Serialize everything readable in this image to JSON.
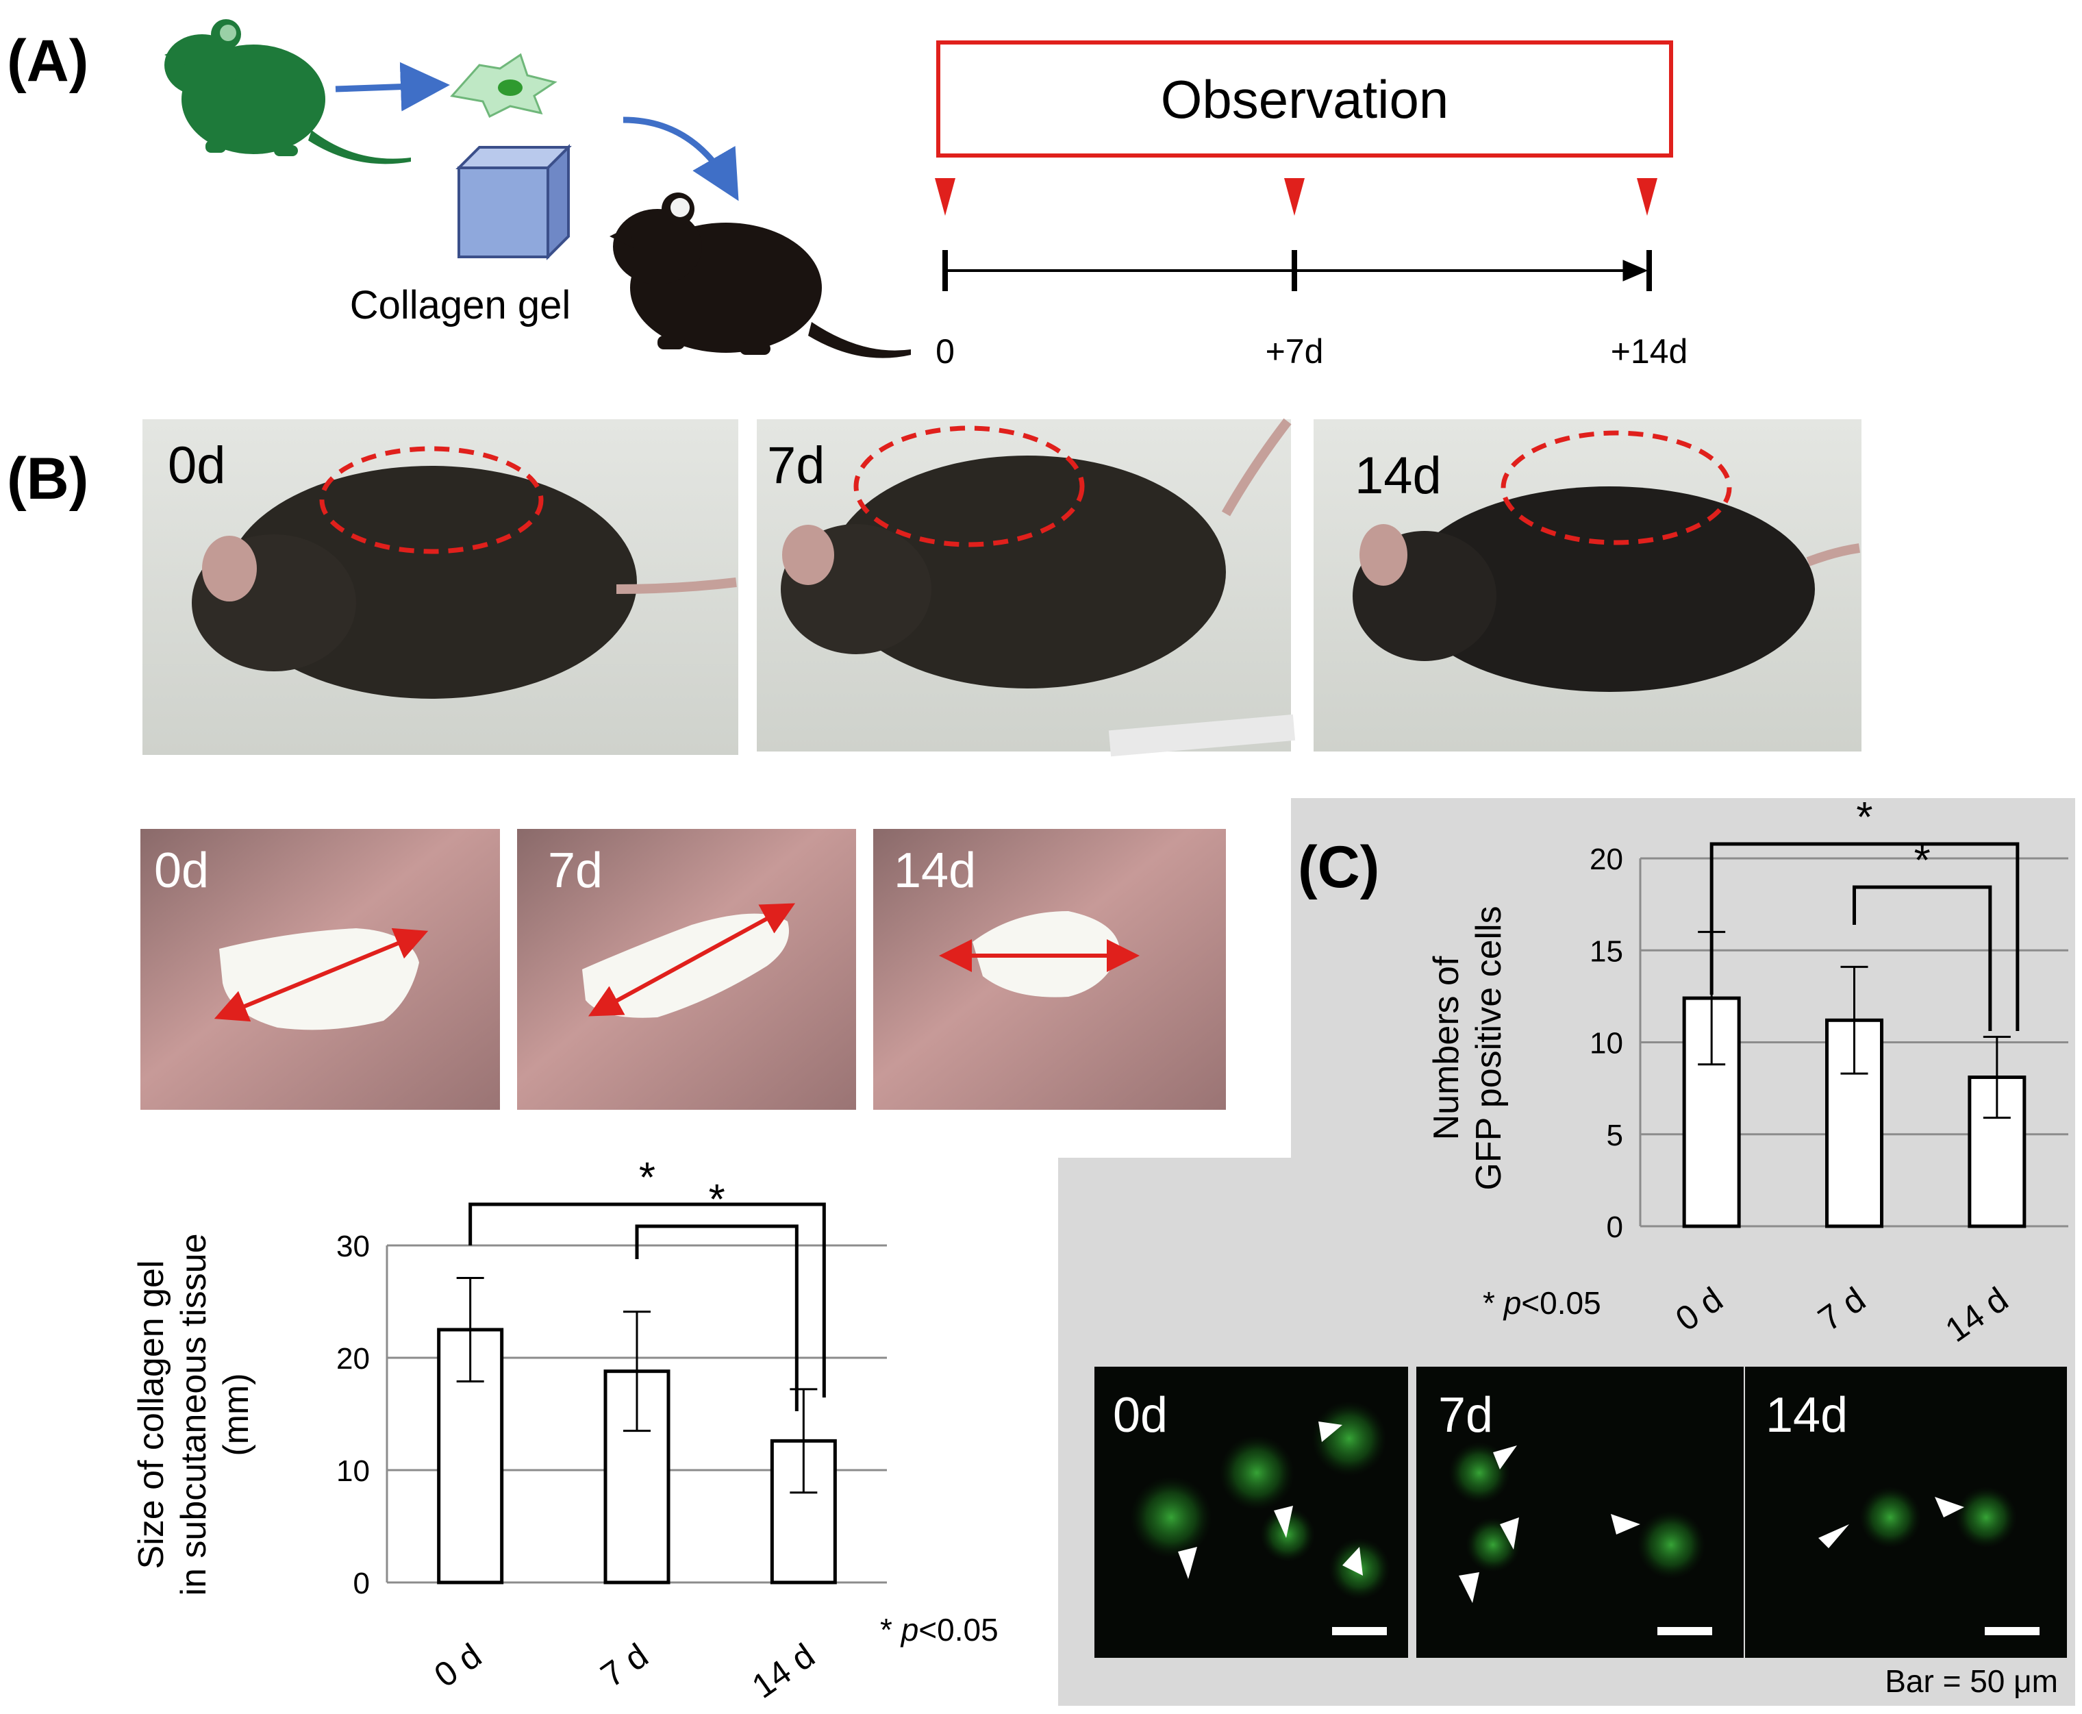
{
  "panelA": {
    "label": "(A)",
    "gel_label": "Collagen gel",
    "observation_label": "Observation",
    "timeline_ticks": [
      "0",
      "+7d",
      "+14d"
    ]
  },
  "panelB": {
    "label": "(B)",
    "mouse_photos": [
      "0d",
      "7d",
      "14d"
    ],
    "gel_photos": [
      "0d",
      "7d",
      "14d"
    ]
  },
  "panelC": {
    "label": "(C)",
    "fluorescence_photos": [
      "0d",
      "7d",
      "14d"
    ],
    "scale_bar_label": "Bar = 50 μm"
  },
  "colors": {
    "mouse_green": "#1e7a3a",
    "mouse_black": "#1a1310",
    "observation_red": "#e0201c",
    "arrow_blue": "#3f6fc7",
    "gel_cube": "#8fa8dc",
    "panel_c_bg": "#d9d9d9",
    "gfp_green": "#2f9a2f"
  },
  "chart_data": [
    {
      "type": "bar",
      "categories": [
        "0 d",
        "7 d",
        "14 d"
      ],
      "values": [
        22.5,
        18.8,
        12.6
      ],
      "error": [
        4.6,
        5.3,
        4.6
      ],
      "ylabel_lines": [
        "Size of collagen gel",
        "in subcutaneous tissue",
        "(mm)"
      ],
      "ylim": [
        0,
        30
      ],
      "yticks": [
        "0",
        "10",
        "20",
        "30"
      ],
      "grid": true,
      "significance": [
        {
          "from": "0 d",
          "to": "14 d",
          "label": "*"
        },
        {
          "from": "7 d",
          "to": "14 d",
          "label": "*"
        }
      ],
      "p_note": {
        "star": "* ",
        "italic": "p",
        "rest": "<0.05"
      }
    },
    {
      "type": "bar",
      "categories": [
        "0 d",
        "7 d",
        "14 d"
      ],
      "values": [
        12.4,
        11.2,
        8.1
      ],
      "error": [
        3.6,
        2.9,
        2.2
      ],
      "ylabel_lines": [
        "Numbers of",
        "GFP positive cells"
      ],
      "ylim": [
        0,
        20
      ],
      "yticks": [
        "0",
        "5",
        "10",
        "15",
        "20"
      ],
      "grid": true,
      "significance": [
        {
          "from": "0 d",
          "to": "14 d",
          "label": "*"
        },
        {
          "from": "7 d",
          "to": "14 d",
          "label": "*"
        }
      ],
      "p_note": {
        "star": "* ",
        "italic": "p",
        "rest": "<0.05"
      }
    }
  ]
}
